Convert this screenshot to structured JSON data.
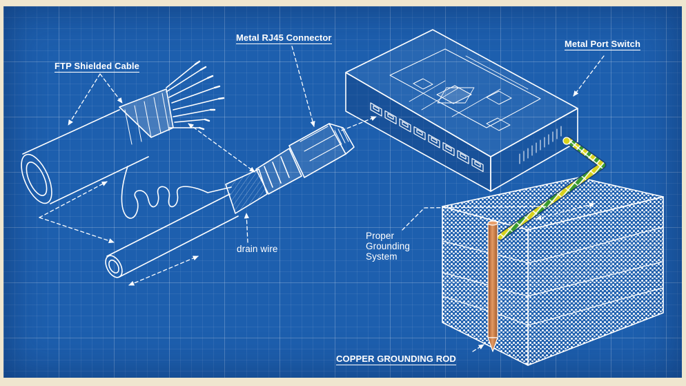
{
  "labels": {
    "ftp_cable": "FTP Shielded Cable",
    "rj45": "Metal RJ45 Connector",
    "switch": "Metal Port Switch",
    "drain_wire": "drain wire",
    "grounding_line1": "Proper",
    "grounding_line2": "Grounding",
    "grounding_line3": "System",
    "copper_rod": "COPPER GROUNDING ROD"
  },
  "colors": {
    "blueprint": "#1d5fae",
    "line": "#ffffff",
    "ground_wire_yellow": "#d8d21c",
    "ground_wire_green": "#3a9a2c",
    "copper": "#c8743f"
  },
  "switch_ports": 8
}
